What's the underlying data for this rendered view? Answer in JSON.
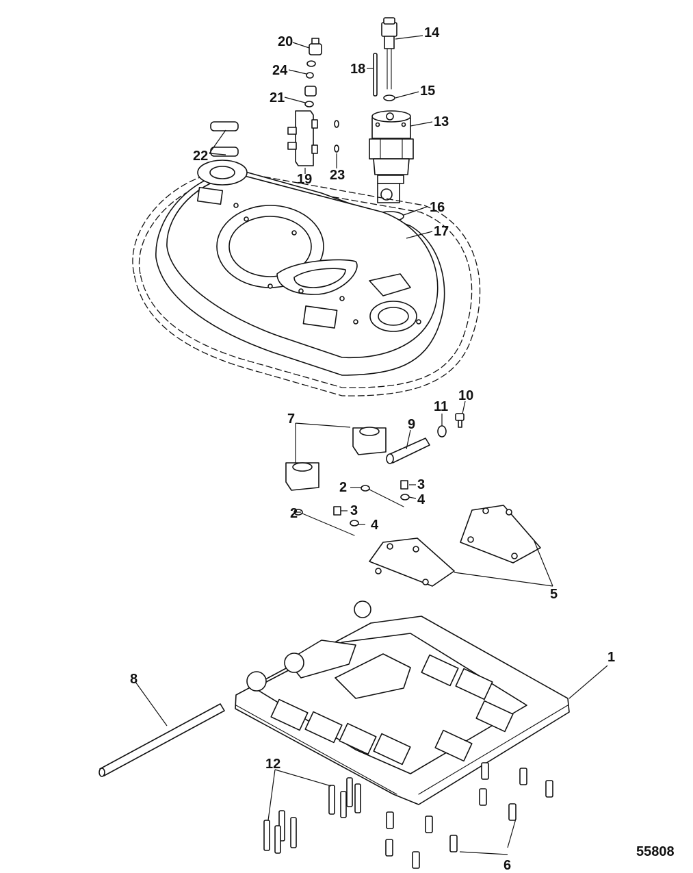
{
  "figure_number": "55808",
  "callouts": [
    {
      "id": "c1",
      "label": "1"
    },
    {
      "id": "c2a",
      "label": "2"
    },
    {
      "id": "c2b",
      "label": "2"
    },
    {
      "id": "c3a",
      "label": "3"
    },
    {
      "id": "c3b",
      "label": "3"
    },
    {
      "id": "c4a",
      "label": "4"
    },
    {
      "id": "c4b",
      "label": "4"
    },
    {
      "id": "c5",
      "label": "5"
    },
    {
      "id": "c6",
      "label": "6"
    },
    {
      "id": "c7",
      "label": "7"
    },
    {
      "id": "c8",
      "label": "8"
    },
    {
      "id": "c9",
      "label": "9"
    },
    {
      "id": "c10",
      "label": "10"
    },
    {
      "id": "c11",
      "label": "11"
    },
    {
      "id": "c12",
      "label": "12"
    },
    {
      "id": "c13",
      "label": "13"
    },
    {
      "id": "c14",
      "label": "14"
    },
    {
      "id": "c15",
      "label": "15"
    },
    {
      "id": "c16",
      "label": "16"
    },
    {
      "id": "c17",
      "label": "17"
    },
    {
      "id": "c18",
      "label": "18"
    },
    {
      "id": "c19",
      "label": "19"
    },
    {
      "id": "c20",
      "label": "20"
    },
    {
      "id": "c21",
      "label": "21"
    },
    {
      "id": "c22",
      "label": "22"
    },
    {
      "id": "c23",
      "label": "23"
    },
    {
      "id": "c24",
      "label": "24"
    }
  ]
}
